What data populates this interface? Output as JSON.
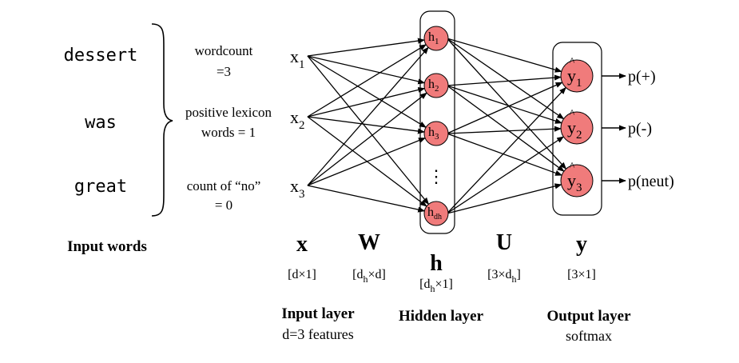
{
  "input_words": [
    "dessert",
    "was",
    "great"
  ],
  "input_words_label": "Input words",
  "features": [
    {
      "line1": "wordcount",
      "line2": "=3"
    },
    {
      "line1": "positive lexicon",
      "line2": "words = 1"
    },
    {
      "line1": "count of “no”",
      "line2": "= 0"
    }
  ],
  "input_nodes": [
    {
      "base": "x",
      "sub": "1"
    },
    {
      "base": "x",
      "sub": "2"
    },
    {
      "base": "x",
      "sub": "3"
    }
  ],
  "hidden_nodes": [
    {
      "base": "h",
      "sub": "1"
    },
    {
      "base": "h",
      "sub": "2"
    },
    {
      "base": "h",
      "sub": "3"
    },
    {
      "base": "h",
      "sub": "dh"
    }
  ],
  "hidden_ellipsis": "⋮",
  "output_nodes": [
    {
      "base": "y",
      "hat": "^",
      "sub": "1",
      "label": "p(+)"
    },
    {
      "base": "y",
      "hat": "^",
      "sub": "2",
      "label": "p(-)"
    },
    {
      "base": "y",
      "hat": "^",
      "sub": "3",
      "label": "p(neut)"
    }
  ],
  "symbols": {
    "x": {
      "sym": "x",
      "dim": "[d×1]"
    },
    "W": {
      "sym": "W",
      "dim_pre": "[d",
      "dim_sub": "h",
      "dim_post": "×d]"
    },
    "h": {
      "sym": "h",
      "dim_pre": "[d",
      "dim_sub": "h",
      "dim_post": "×1]"
    },
    "U": {
      "sym": "U",
      "dim_pre": "[3×d",
      "dim_sub": "h",
      "dim_post": "]"
    },
    "y": {
      "sym": "y",
      "dim": "[3×1]"
    }
  },
  "layers": {
    "input": {
      "title": "Input layer",
      "subtitle": "d=3 features"
    },
    "hidden": {
      "title": "Hidden layer"
    },
    "output": {
      "title": "Output layer",
      "subtitle": "softmax"
    }
  },
  "colors": {
    "node_fill": "#f07b7b",
    "node_stroke": "#000000",
    "edge": "#000000",
    "box_stroke": "#000000"
  }
}
